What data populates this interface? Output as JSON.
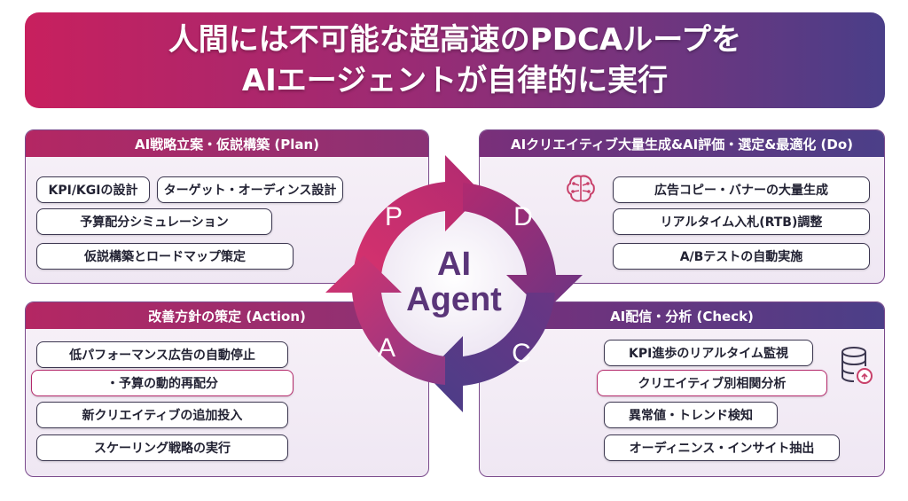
{
  "title": {
    "line1": "人間には不可能な超高速のPDCAループを",
    "line2": "AIエージェントが自律的に実行"
  },
  "center": {
    "line1": "AI",
    "line2": "Agent"
  },
  "letters": {
    "p": "P",
    "d": "D",
    "c": "C",
    "a": "A"
  },
  "plan": {
    "header": "AI戦略立案・仮説構築 (Plan)",
    "items": [
      "KPI/KGIの設計",
      "ターゲット・オーディンス設計",
      "予算配分シミュレーション",
      "仮説構築とロードマップ策定"
    ]
  },
  "do": {
    "header": "AIクリエイティブ大量生成&AI評価・選定&最適化 (Do)",
    "items": [
      "広告コピー・バナーの大量生成",
      "リアルタイム入札(RTB)調整",
      "A/Bテストの自動実施"
    ]
  },
  "action": {
    "header": "改善方針の策定 (Action)",
    "items": [
      "低パフォーマンス広告の自動停止",
      "・予算の動的再配分",
      "新クリエイティブの追加投入",
      "スケーリング戦略の実行"
    ]
  },
  "check": {
    "header": "AI配信・分析 (Check)",
    "items": [
      "KPI進歩のリアルタイム監視",
      "クリエイティブ別相関分析",
      "異常値・トレンド検知",
      "オーディニンス・インサイト抽出"
    ]
  },
  "icons": {
    "do_icon": "brain-icon",
    "check_icon": "database-icon"
  },
  "colors": {
    "magenta": "#c8205e",
    "purple": "#7a2f7a",
    "indigo": "#4a3e88"
  }
}
